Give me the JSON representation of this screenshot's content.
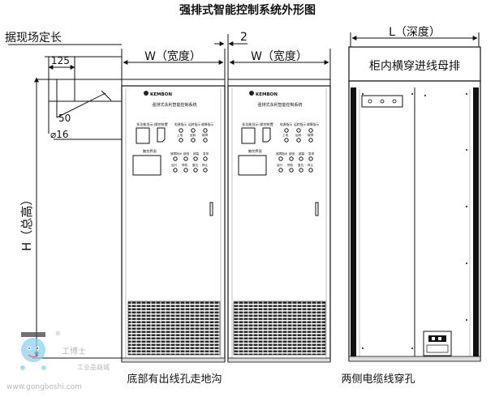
{
  "title": "强排式智能控制系统外形图",
  "dims": {
    "field_length": "据现场定长",
    "d125": "125",
    "d50": "50",
    "d16": "⌀16",
    "gap": "2",
    "width1": "W（宽度）",
    "width2": "W（宽度）",
    "depth": "L（深度）",
    "height": "H（总高）"
  },
  "cabinet": {
    "brand": "KEMBON",
    "name": "强排式永利智能控制系统",
    "labels": {
      "display": "多功能显示",
      "operate": "操控装置",
      "voltage": "电源指示",
      "run": "运转指示",
      "fault": "故障指示",
      "up": "上电",
      "run2": "运转",
      "fault2": "故障",
      "screen": "触控界面",
      "b1": "故障指示",
      "b2": "超低",
      "b3": "超高",
      "b4": "急停",
      "c1": "运行",
      "c2": "停机",
      "c3": "复位",
      "c4": "停止"
    }
  },
  "side": {
    "busbar": "柜内横穿进线母排"
  },
  "captions": {
    "bottom": "底部有出线孔走地沟",
    "side": "两侧电缆线穿孔"
  },
  "watermark": {
    "brand": "工博士",
    "sub": "工业品商城",
    "url": "www.gongboshi.com"
  }
}
